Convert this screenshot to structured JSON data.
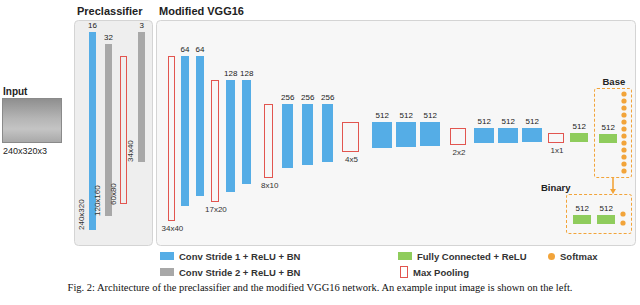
{
  "diagram": {
    "caption": "Fig. 2: Architecture of the preclassifier and the modified VGG16 network. An example input image is shown on the left.",
    "nodes": [
      {
        "text": [
          "Input",
          "240x320x3"
        ]
      },
      {
        "text": [
          "Preclassifier"
        ]
      },
      {
        "text": [
          "16",
          "240x320"
        ],
        "in": 1
      },
      {
        "text": [
          "32",
          "120x160"
        ],
        "in": 1
      },
      {
        "text": [
          "60x80"
        ],
        "in": 1
      },
      {
        "text": [
          "3",
          "34x40"
        ],
        "in": 1
      },
      {
        "text": [
          "Modified VGG16"
        ]
      },
      {
        "text": [
          "34x40"
        ],
        "in": 6
      },
      {
        "text": [
          "64"
        ],
        "in": 6
      },
      {
        "text": [
          "64"
        ],
        "in": 6
      },
      {
        "text": [
          "17x20"
        ],
        "in": 6
      },
      {
        "text": [
          "128"
        ],
        "in": 6
      },
      {
        "text": [
          "128"
        ],
        "in": 6
      },
      {
        "text": [
          "8x10"
        ],
        "in": 6
      },
      {
        "text": [
          "256"
        ],
        "in": 6
      },
      {
        "text": [
          "256"
        ],
        "in": 6
      },
      {
        "text": [
          "256"
        ],
        "in": 6
      },
      {
        "text": [
          "4x5"
        ],
        "in": 6
      },
      {
        "text": [
          "512"
        ],
        "in": 6
      },
      {
        "text": [
          "512"
        ],
        "in": 6
      },
      {
        "text": [
          "512"
        ],
        "in": 6
      },
      {
        "text": [
          "2x2"
        ],
        "in": 6
      },
      {
        "text": [
          "512"
        ],
        "in": 6
      },
      {
        "text": [
          "512"
        ],
        "in": 6
      },
      {
        "text": [
          "512"
        ],
        "in": 6
      },
      {
        "text": [
          "1x1"
        ],
        "in": 6
      },
      {
        "text": [
          "512"
        ],
        "in": 6
      },
      {
        "text": [
          "Base"
        ],
        "in": 6
      },
      {
        "text": [
          "512"
        ],
        "in": 27
      },
      {
        "text": [
          "Binary"
        ],
        "in": 6
      },
      {
        "text": [
          "512"
        ],
        "in": 29
      },
      {
        "text": [
          "512"
        ],
        "in": 29
      }
    ],
    "edges": [
      {
        "from": 27,
        "to": 29,
        "arrow": "to"
      }
    ],
    "legend": [
      {
        "text": "Conv Stride 1 + ReLU + BN",
        "color": "#55ade6"
      },
      {
        "text": "Fully Connected + ReLU",
        "color": "#8fcc5c"
      },
      {
        "text": "Softmax",
        "color": "#f2a43a"
      },
      {
        "text": "Conv Stride 2 + ReLU + BN",
        "color": "#a8a8a8"
      },
      {
        "text": "Max Pooling"
      }
    ]
  }
}
